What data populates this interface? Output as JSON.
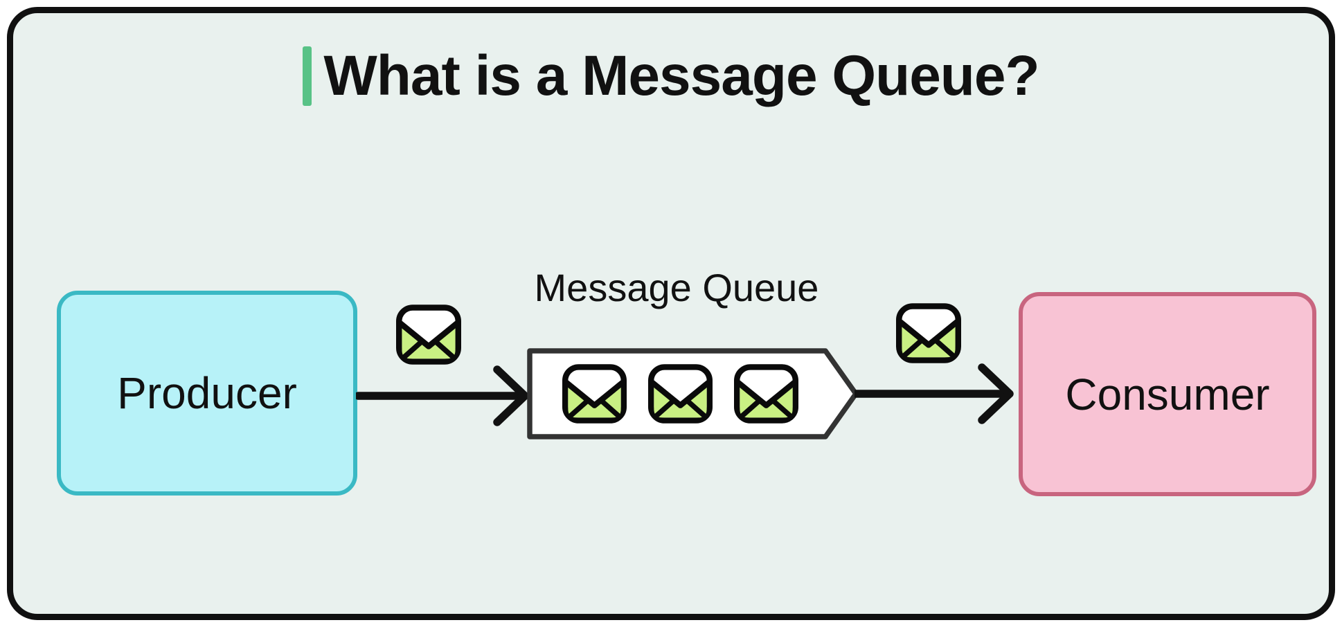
{
  "title": {
    "text": "What is a Message Queue?"
  },
  "nodes": {
    "producer": {
      "label": "Producer"
    },
    "queue": {
      "label": "Message Queue",
      "message_count": 3
    },
    "consumer": {
      "label": "Consumer"
    }
  },
  "icons": {
    "message_envelope": "envelope-icon"
  },
  "colors": {
    "canvas_background": "#ffffff",
    "panel_background": "#e9f1ee",
    "panel_border": "#101010",
    "title_accent": "#58c286",
    "text": "#111111",
    "arrow": "#111111",
    "producer_fill": "#b7f2f8",
    "producer_border": "#3ab9c4",
    "consumer_fill": "#f8c3d4",
    "consumer_border": "#c8657f",
    "queue_fill": "#ffffff",
    "queue_border": "#333333",
    "envelope_body": "#c9f083",
    "envelope_flap": "#ffffff",
    "envelope_outline": "#0a0a0a"
  }
}
